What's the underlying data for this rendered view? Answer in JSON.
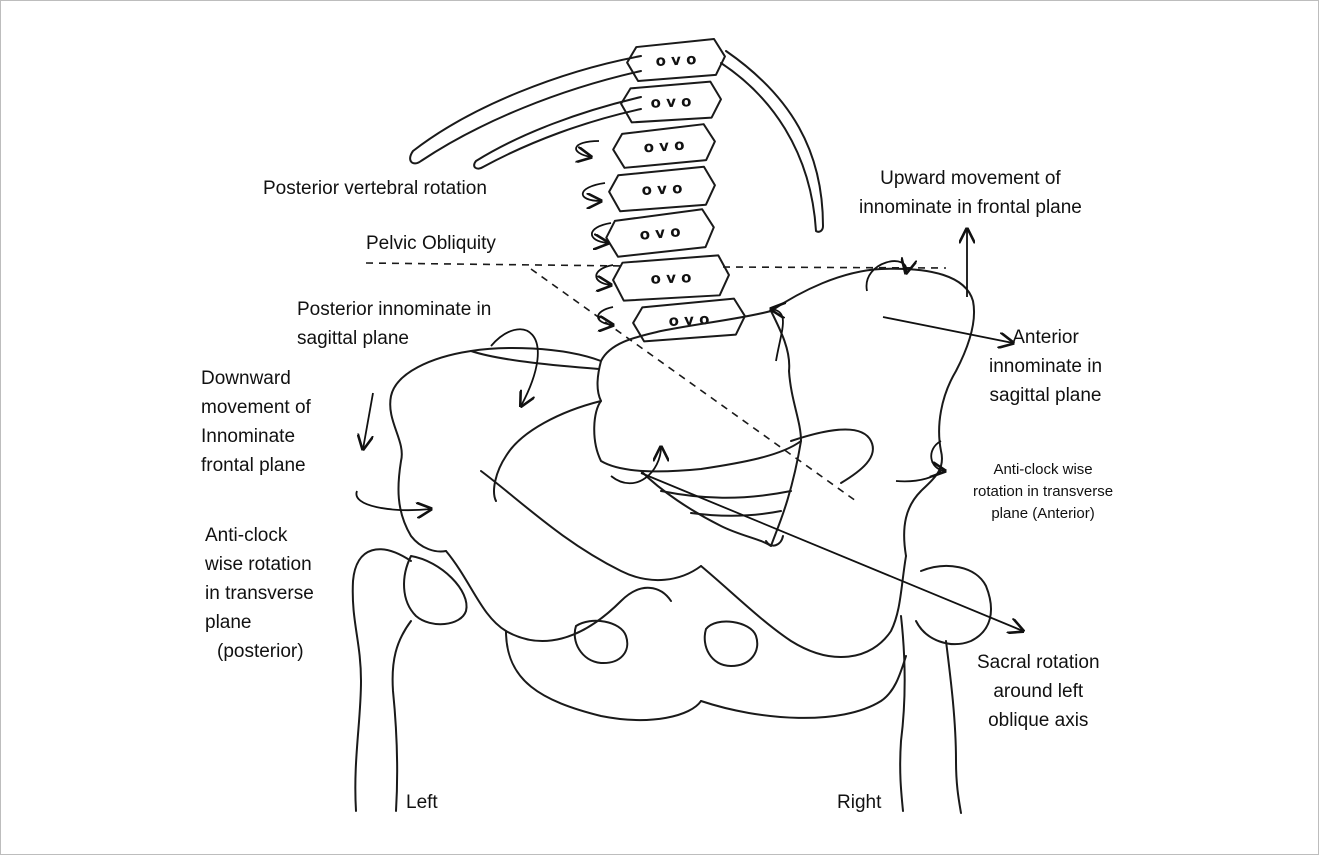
{
  "labels": {
    "posterior_vertebral_rotation": "Posterior vertebral rotation",
    "pelvic_obliquity": "Pelvic Obliquity",
    "upward_movement": [
      "Upward movement of",
      "innominate in frontal plane"
    ],
    "posterior_innominate": [
      "Posterior innominate in",
      "sagittal plane"
    ],
    "downward_movement": [
      "Downward",
      "movement of",
      "Innominate",
      "frontal plane"
    ],
    "anterior_innominate": [
      "Anterior",
      "innominate in",
      "sagittal plane"
    ],
    "anticlock_anterior": [
      "Anti-clock wise",
      "rotation in transverse",
      "plane (Anterior)"
    ],
    "anticlock_posterior": [
      "Anti-clock",
      "wise rotation",
      "in transverse",
      "plane",
      "(posterior)"
    ],
    "sacral_rotation": [
      "Sacral rotation",
      "around left",
      "oblique axis"
    ],
    "left": "Left",
    "right": "Right"
  },
  "vertebra_glyphs": [
    "o v o",
    "o v o",
    "o v o",
    "o v o",
    "o v o",
    "o v o",
    "o v o"
  ]
}
